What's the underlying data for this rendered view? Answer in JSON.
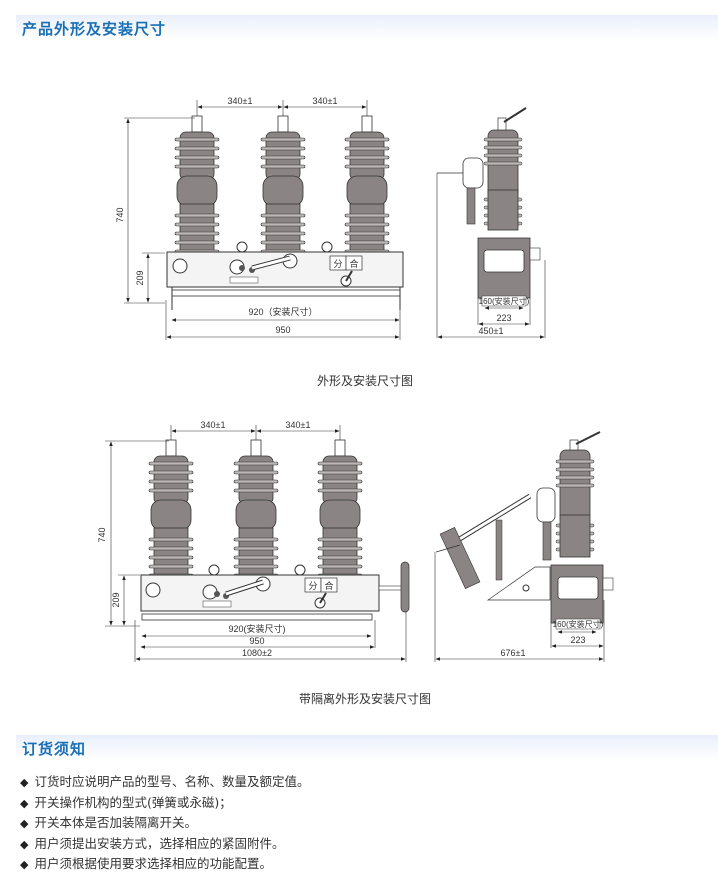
{
  "sections": {
    "dimensions_title": "产品外形及安装尺寸",
    "ordering_title": "订货须知"
  },
  "figure1": {
    "caption": "外形及安装尺寸图",
    "front": {
      "pitch_left": "340±1",
      "pitch_right": "340±1",
      "height_total": "740",
      "height_base": "209",
      "mount_width": "920（安装尺寸）",
      "total_width": "950",
      "label_open": "分",
      "label_close": "合"
    },
    "side": {
      "mount": "160(安装尺寸)",
      "base": "223",
      "total": "450±1"
    }
  },
  "figure2": {
    "caption": "带隔离外形及安装尺寸图",
    "front": {
      "pitch_left": "340±1",
      "pitch_right": "340±1",
      "height_total": "740",
      "height_base": "209",
      "mount_width": "920(安装尺寸)",
      "width_950": "950",
      "total_width": "1080±2",
      "label_open": "分",
      "label_close": "合"
    },
    "side": {
      "mount": "160(安装尺寸)",
      "base": "223",
      "total": "676±1"
    }
  },
  "ordering_notes": [
    "订货时应说明产品的型号、名称、数量及额定值。",
    "开关操作机构的型式(弹簧或永磁)；",
    "开关本体是否加装隔离开关。",
    "用户须提出安装方式，选择相应的紧固附件。",
    "用户须根据使用要求选择相应的功能配置。"
  ],
  "bullet_glyph": "◆",
  "colors": {
    "heading": "#1b6fb5",
    "bar": "#e9effb"
  }
}
